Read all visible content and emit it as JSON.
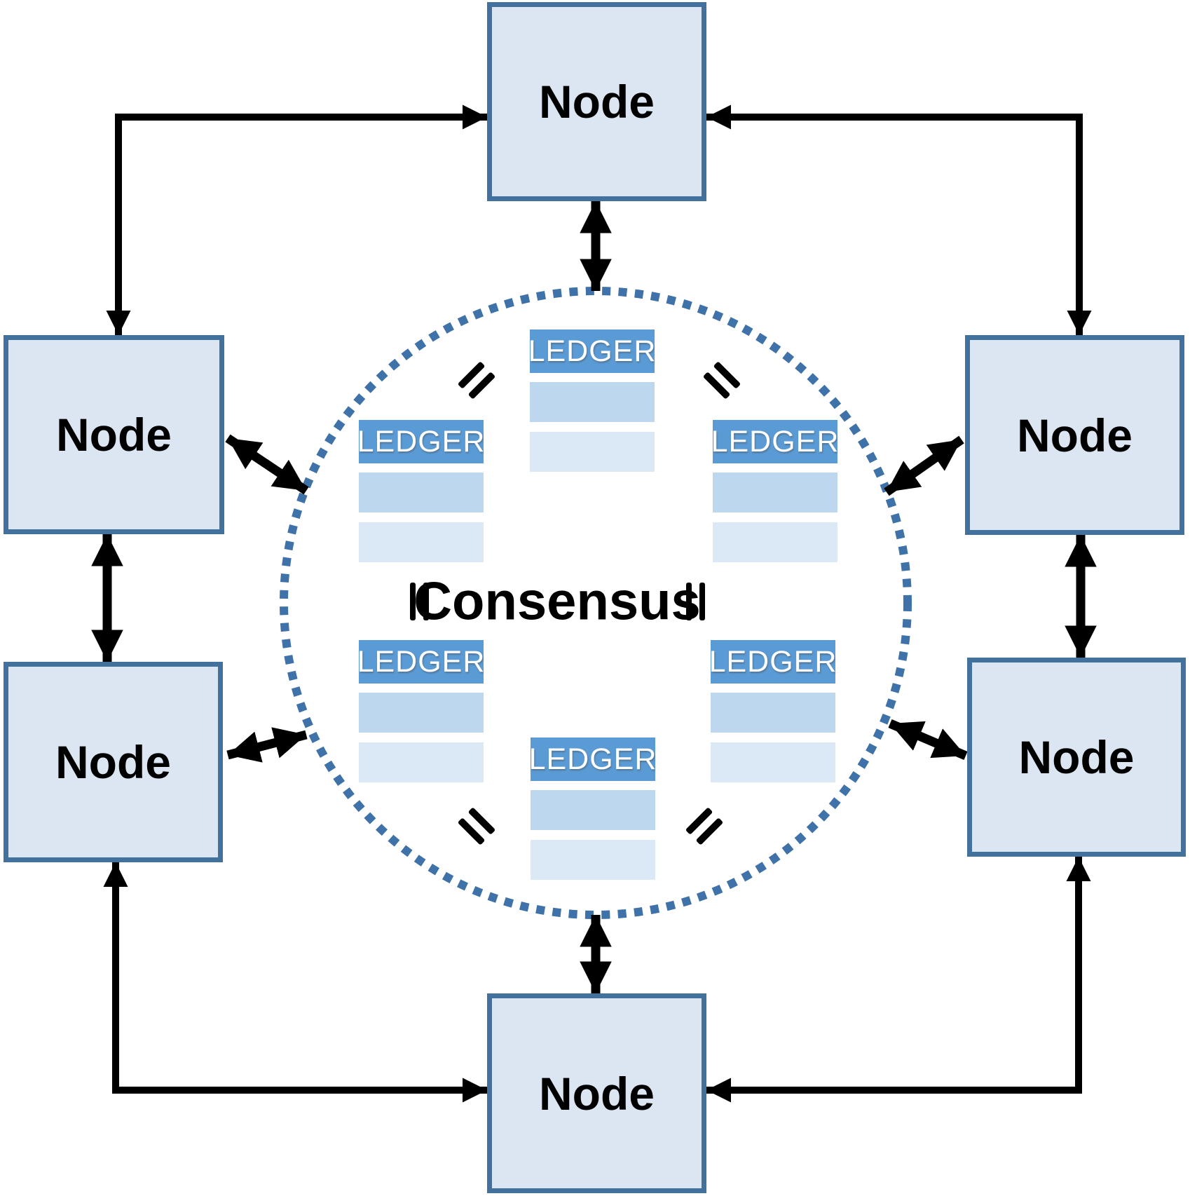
{
  "nodes": [
    {
      "position": "top",
      "label": "Node"
    },
    {
      "position": "upper-left",
      "label": "Node"
    },
    {
      "position": "upper-right",
      "label": "Node"
    },
    {
      "position": "lower-left",
      "label": "Node"
    },
    {
      "position": "lower-right",
      "label": "Node"
    },
    {
      "position": "bottom",
      "label": "Node"
    }
  ],
  "consensus": {
    "label": "Consensus"
  },
  "ledgers": [
    {
      "position": "top-center",
      "label": "LEDGER"
    },
    {
      "position": "middle-left",
      "label": "LEDGER"
    },
    {
      "position": "middle-right",
      "label": "LEDGER"
    },
    {
      "position": "lower-left",
      "label": "LEDGER"
    },
    {
      "position": "lower-right",
      "label": "LEDGER"
    },
    {
      "position": "bottom-center",
      "label": "LEDGER"
    }
  ],
  "colors": {
    "node_fill": "#dce6f2",
    "node_border": "#41719c",
    "ledger_header": "#5b9bd5",
    "ledger_row1": "#bdd7ee",
    "ledger_row2": "#dbe8f6",
    "circle_dot_color": "#3f72a8",
    "arrow_color": "#000000"
  }
}
